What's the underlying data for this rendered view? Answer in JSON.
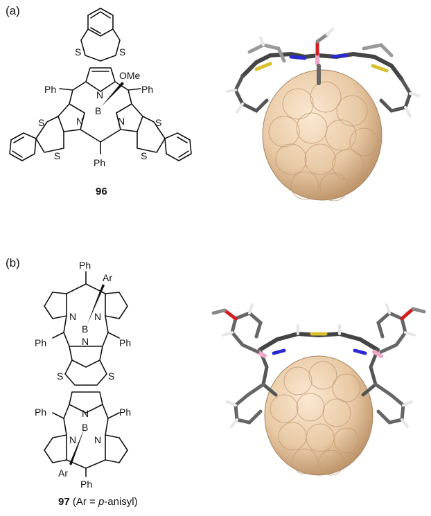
{
  "panels": [
    {
      "label": "(a)",
      "compound": {
        "number": "96",
        "suffix": ""
      },
      "atoms": {
        "phenyl": "Ph",
        "sulfur": "S",
        "nitrogen": "N",
        "boron": "B",
        "methoxy": "OMe"
      }
    },
    {
      "label": "(b)",
      "compound": {
        "number": "97",
        "suffix": " (Ar = ",
        "italic": "p",
        "suffix2": "-anisyl)"
      },
      "atoms": {
        "phenyl": "Ph",
        "sulfur": "S",
        "nitrogen": "N",
        "boron": "B",
        "aryl": "Ar"
      }
    }
  ],
  "colors": {
    "fullerene": "#e8c9a4",
    "fullerene_shade": "#c9a27a",
    "carbon": "#555555",
    "hydrogen": "#e6e6e6",
    "nitrogen": "#2a2ad0",
    "boron": "#f0a8c8",
    "sulfur": "#d8c030",
    "oxygen": "#d02020"
  }
}
